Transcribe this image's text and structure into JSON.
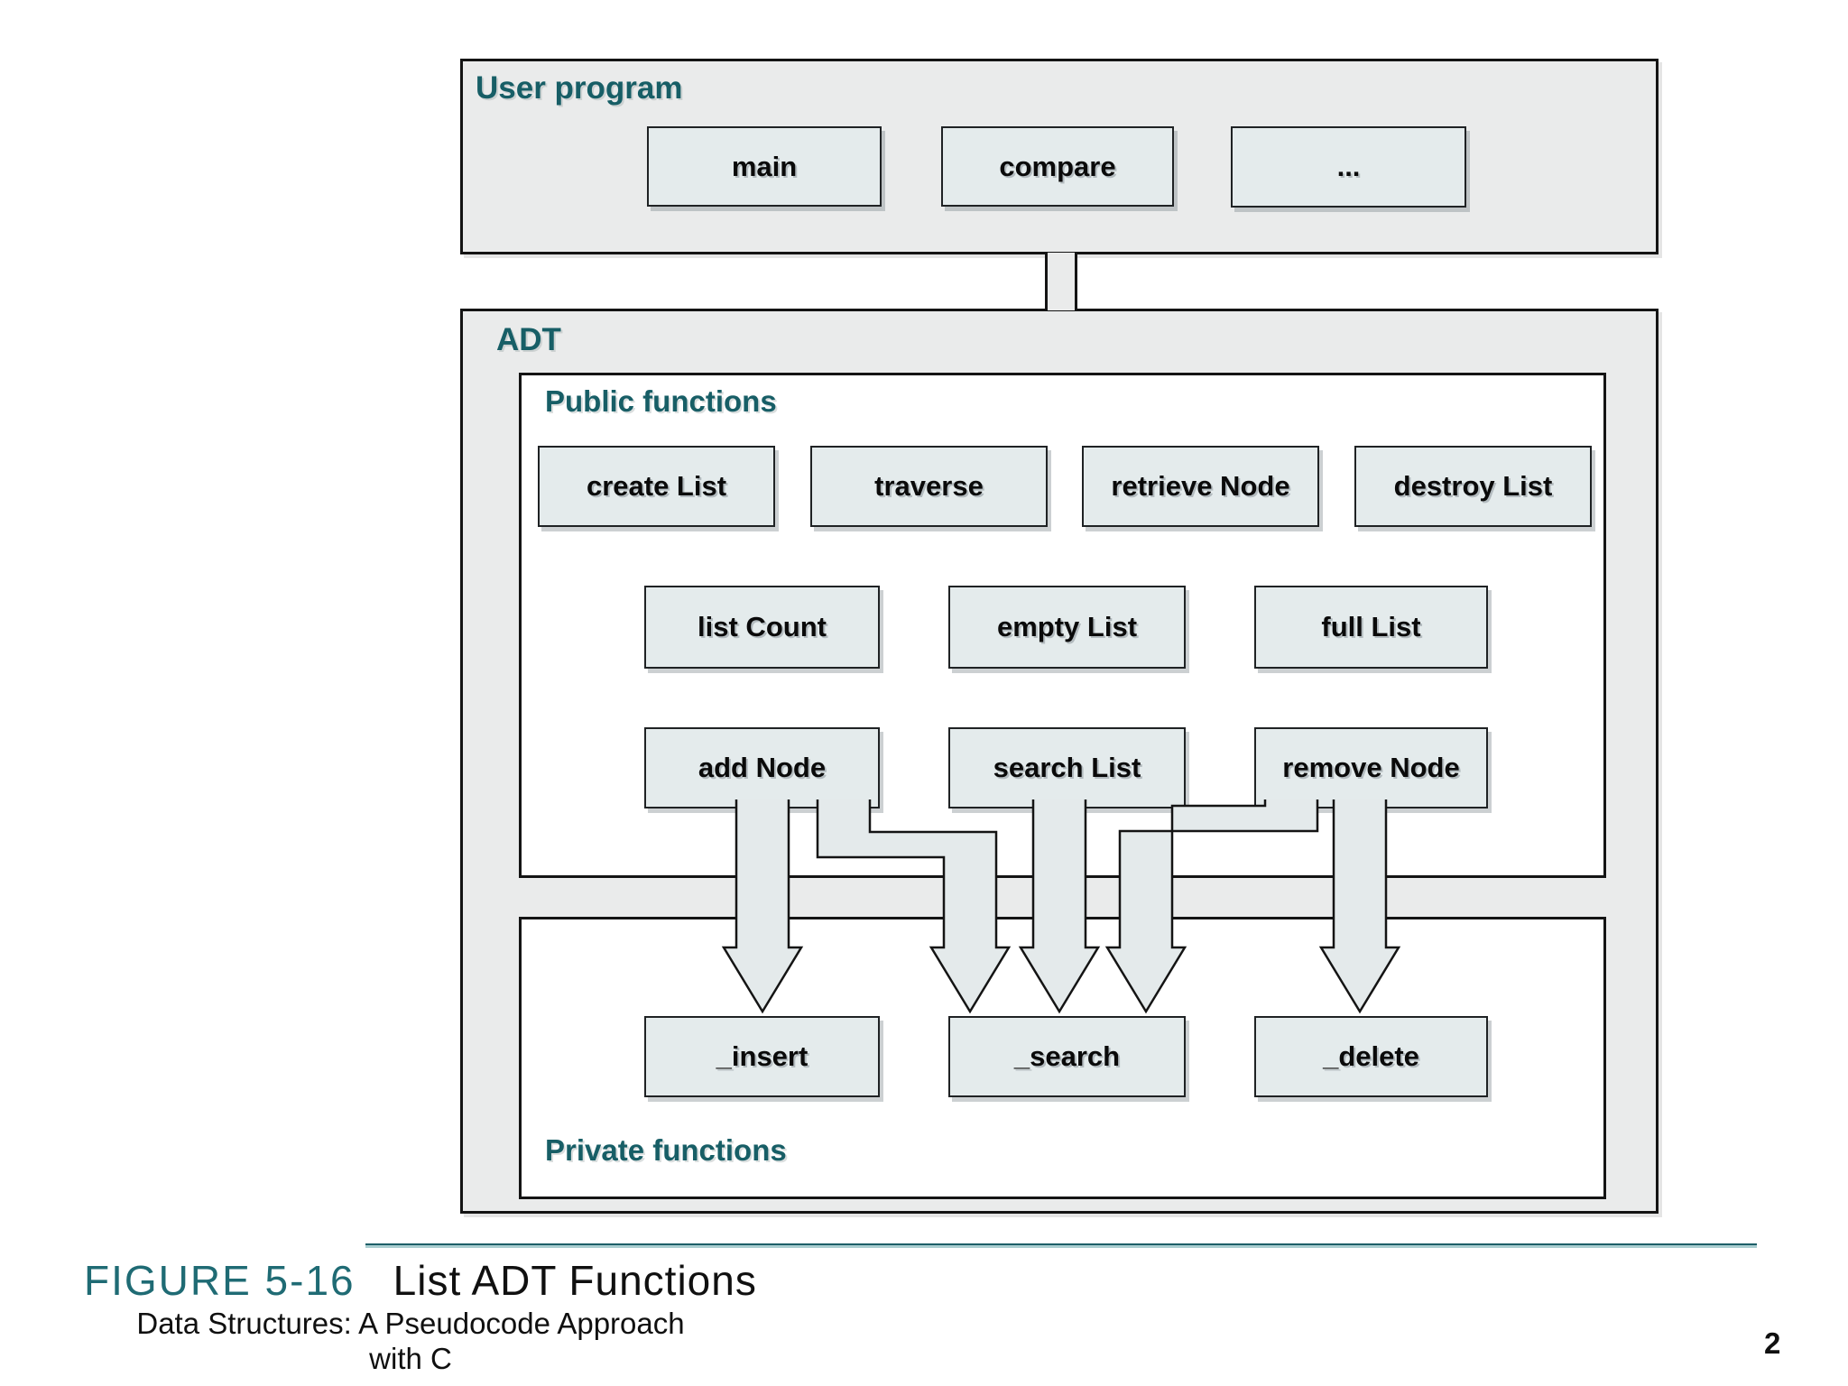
{
  "diagram": {
    "user_program": {
      "title": "User program",
      "boxes": [
        "main",
        "compare",
        "..."
      ]
    },
    "adt": {
      "title": "ADT",
      "public": {
        "title": "Public functions",
        "row1": [
          "create List",
          "traverse",
          "retrieve Node",
          "destroy List"
        ],
        "row2": [
          "list Count",
          "empty List",
          "full List"
        ],
        "row3": [
          "add Node",
          "search List",
          "remove Node"
        ]
      },
      "private": {
        "title": "Private functions",
        "row": [
          "_insert",
          "_search",
          "_delete"
        ]
      },
      "arrows": [
        {
          "from": "add Node",
          "to": "_insert"
        },
        {
          "from": "add Node",
          "to": "_search"
        },
        {
          "from": "search List",
          "to": "_search"
        },
        {
          "from": "remove Node",
          "to": "_search"
        },
        {
          "from": "remove Node",
          "to": "_delete"
        }
      ]
    }
  },
  "caption": {
    "figure_label": "FIGURE 5-16",
    "figure_title": "List ADT Functions"
  },
  "footer": {
    "line1": "Data Structures: A Pseudocode Approach",
    "line2": "with C",
    "page_number": "2"
  },
  "colors": {
    "teal_title": "#175e66",
    "caption_teal": "#1f6b74",
    "rule_teal": "#1e5f68",
    "rule_light": "#a9cdd0",
    "box_fill": "#e4ebec",
    "panel_fill": "#eaebeb",
    "channel_fill": "#e4eaeb",
    "line": "#141414",
    "page_bg": "#ffffff"
  }
}
